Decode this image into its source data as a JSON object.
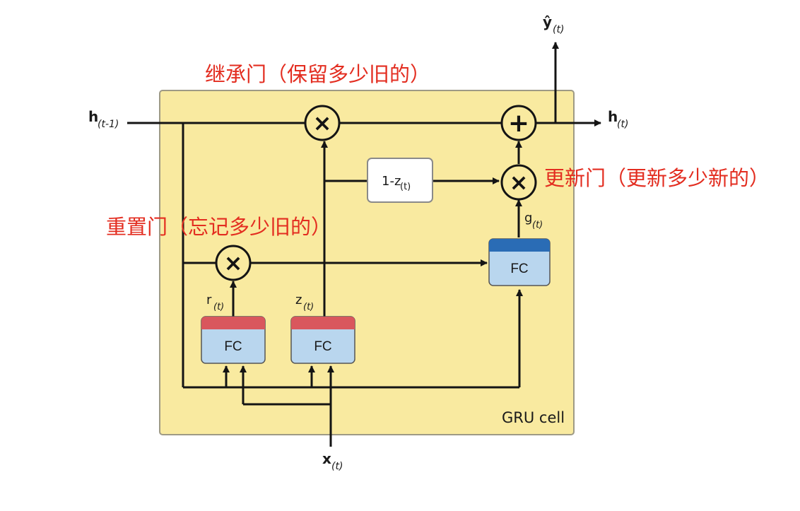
{
  "labels": {
    "h_prev": "h",
    "h_prev_sub": "(t-1)",
    "h_next": "h",
    "h_next_sub": "(t)",
    "y_hat": "ŷ",
    "y_hat_sub": "(t)",
    "x": "x",
    "x_sub": "(t)",
    "r": "r",
    "r_sub": "(t)",
    "z": "z",
    "z_sub": "(t)",
    "g": "g",
    "g_sub": "(t)",
    "one_minus_z": "1-z",
    "one_minus_z_sub": "(t)",
    "cell_name": "GRU cell"
  },
  "blocks": {
    "reset_fc": "FC",
    "update_fc": "FC",
    "candidate_fc": "FC"
  },
  "operators": {
    "multiply": "×",
    "add": "+"
  },
  "annotations": {
    "inherit_gate": "继承门（保留多少旧的）",
    "update_gate": "更新门（更新多少新的）",
    "reset_gate": "重置门（忘记多少旧的）"
  },
  "colors": {
    "cell_fill": "#f9eaa0",
    "fc_fill": "#b9d6ee",
    "reset_update_header": "#d9575d",
    "candidate_header": "#2a6cb5",
    "annotation": "#e32d20"
  }
}
